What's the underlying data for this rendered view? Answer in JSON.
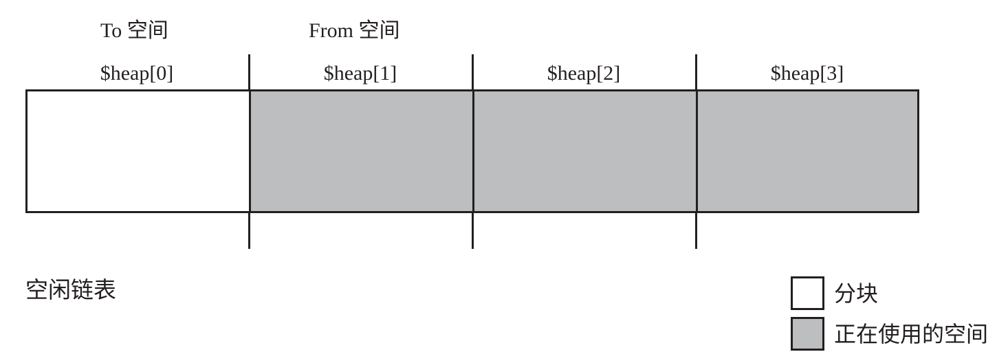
{
  "space_labels": {
    "to": "To 空间",
    "from": "From 空间"
  },
  "heap_blocks": [
    {
      "label": "$heap[0]",
      "state": "chunk"
    },
    {
      "label": "$heap[1]",
      "state": "in_use"
    },
    {
      "label": "$heap[2]",
      "state": "in_use"
    },
    {
      "label": "$heap[3]",
      "state": "in_use"
    }
  ],
  "freelist_label": "空闲链表",
  "legend": {
    "chunk": {
      "label": "分块",
      "color": "#ffffff"
    },
    "in_use": {
      "label": "正在使用的空间",
      "color": "#bcbec0"
    }
  },
  "colors": {
    "line": "#231f20",
    "in_use_fill": "#bcbec0",
    "chunk_fill": "#ffffff"
  }
}
